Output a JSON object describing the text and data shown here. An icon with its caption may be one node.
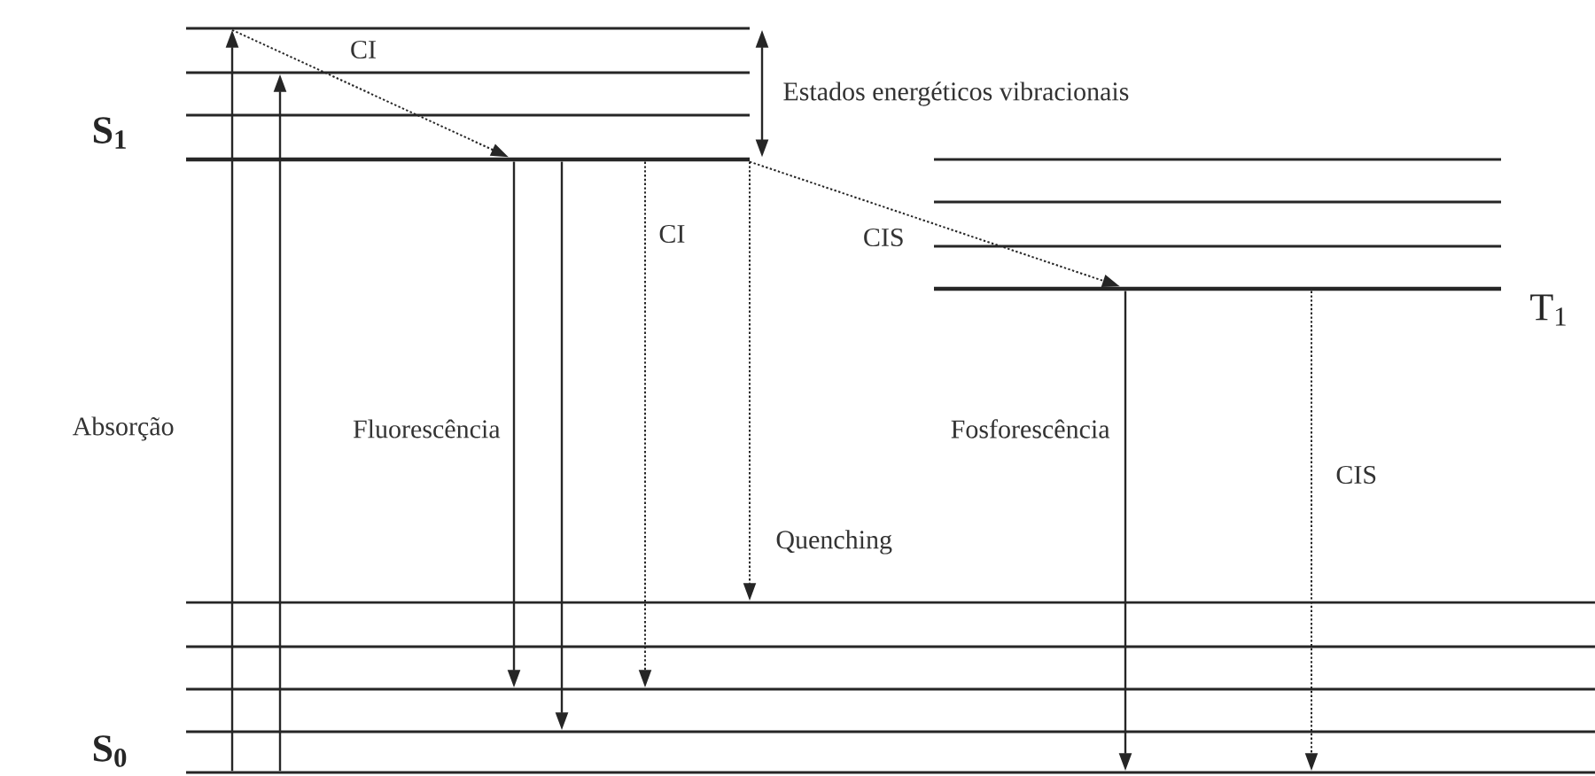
{
  "diagram": {
    "nodes": [
      {
        "text": [],
        "shape": "bar"
      },
      {
        "text": [],
        "shape": "bar"
      },
      {
        "text": [],
        "shape": "bar"
      },
      {
        "text": [],
        "shape": "bar"
      },
      {
        "text": [],
        "shape": "bar"
      },
      {
        "text": [],
        "shape": "bar"
      },
      {
        "text": [],
        "shape": "bar"
      },
      {
        "text": [],
        "shape": "bar"
      },
      {
        "text": [],
        "shape": "bar"
      },
      {
        "text": [],
        "shape": "bar"
      },
      {
        "text": [],
        "shape": "bar"
      },
      {
        "text": [],
        "shape": "bar"
      },
      {
        "text": [],
        "shape": "bar"
      }
    ],
    "edges": [
      {
        "from": 12,
        "to": 0,
        "arrow": "to",
        "label": "Absorção"
      },
      {
        "from": 12,
        "to": 1,
        "arrow": "to"
      },
      {
        "from": 0,
        "to": 3,
        "arrow": "to",
        "style": "dashed",
        "label": "CI"
      },
      {
        "from": 3,
        "to": 10,
        "arrow": "to",
        "label": "Fluorescência"
      },
      {
        "from": 3,
        "to": 11,
        "arrow": "to"
      },
      {
        "from": 3,
        "to": 10,
        "arrow": "to",
        "style": "dashed",
        "label": "CI"
      },
      {
        "from": 3,
        "to": 8,
        "arrow": "to",
        "style": "dashed",
        "label": "Quenching"
      },
      {
        "from": 3,
        "to": 7,
        "arrow": "to",
        "style": "dashed",
        "label": "CIS"
      },
      {
        "from": 7,
        "to": 12,
        "arrow": "to",
        "label": "Fosforescência"
      },
      {
        "from": 7,
        "to": 12,
        "arrow": "to",
        "style": "dashed",
        "label": "CIS"
      },
      {
        "from": 0,
        "to": 3,
        "arrow": "both",
        "label": "Estados energéticos vibracionais"
      }
    ],
    "labels": [
      "S$_{1}$",
      "T$_{1}$",
      "S$_{0}$"
    ]
  }
}
